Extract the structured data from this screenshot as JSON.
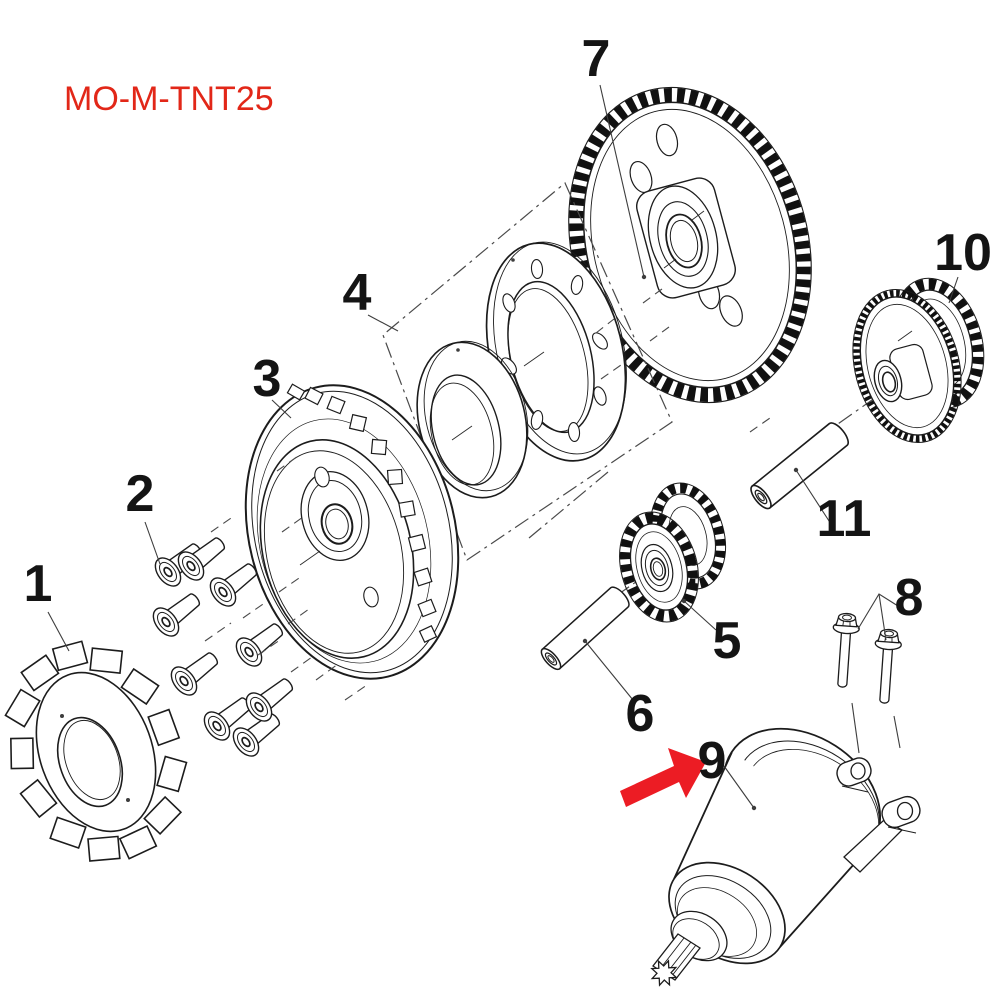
{
  "diagram": {
    "code": "MO-M-TNT25",
    "colors": {
      "code_red": "#e22718",
      "arrow_red": "#ec1c24",
      "line": "#1c1c1c"
    },
    "parts": [
      {
        "label": "1"
      },
      {
        "label": "2"
      },
      {
        "label": "3"
      },
      {
        "label": "4"
      },
      {
        "label": "5"
      },
      {
        "label": "6"
      },
      {
        "label": "7"
      },
      {
        "label": "8"
      },
      {
        "label": "9"
      },
      {
        "label": "10"
      },
      {
        "label": "11"
      }
    ]
  }
}
